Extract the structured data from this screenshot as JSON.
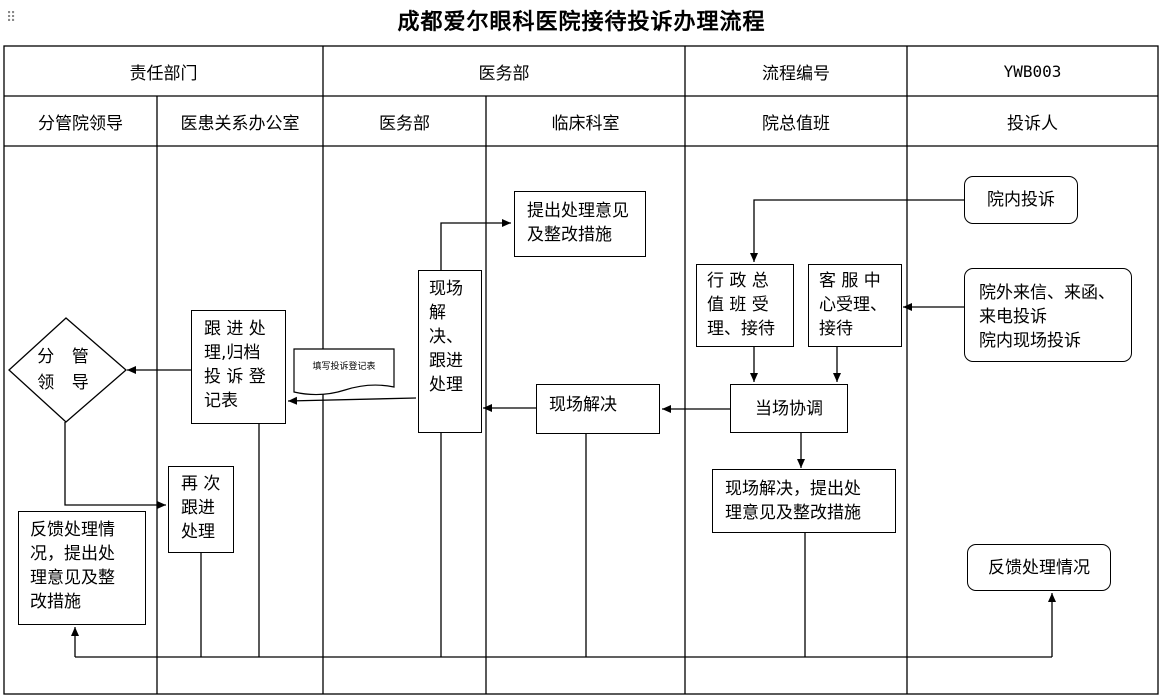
{
  "title": "成都爱尔眼科医院接待投诉办理流程",
  "header": {
    "row1": {
      "responsible_dept_label": "责任部门",
      "responsible_dept_value": "医务部",
      "process_no_label": "流程编号",
      "process_no_value": "YWB003"
    },
    "lanes": [
      "分管院领导",
      "医患关系办公室",
      "医务部",
      "临床科室",
      "院总值班",
      "投诉人"
    ]
  },
  "nodes": {
    "in_hospital_complaint": "院内投诉",
    "external_complaint": [
      "院外来信、来函、",
      "来电投诉",
      "院内现场投诉"
    ],
    "admin_duty": [
      "行 政 总",
      "值 班 受",
      "理、接待"
    ],
    "customer_service": [
      "客 服 中",
      "心受理、",
      "接待"
    ],
    "on_site_coordination": "当场协调",
    "on_site_resolve_dept": "现场解决",
    "on_site_resolve_duty": [
      "现场解决，提出处",
      "理意见及整改措施"
    ],
    "propose_opinion": [
      "提出处理意见",
      "及整改措施"
    ],
    "medical_dept_box": [
      "现场",
      "解",
      "决、",
      "跟进",
      "处理"
    ],
    "fill_record": "填写投诉登记表",
    "follow_up": [
      "跟 进 处",
      "理,归档",
      "投 诉 登",
      "记表"
    ],
    "leader_diamond": [
      "分 管",
      "领 导"
    ],
    "follow_up_again": [
      "再 次",
      "跟进",
      "处理"
    ],
    "feedback_leader": [
      "反馈处理情",
      "况，提出处",
      "理意见及整",
      "改措施"
    ],
    "feedback_complainant": "反馈处理情况"
  }
}
